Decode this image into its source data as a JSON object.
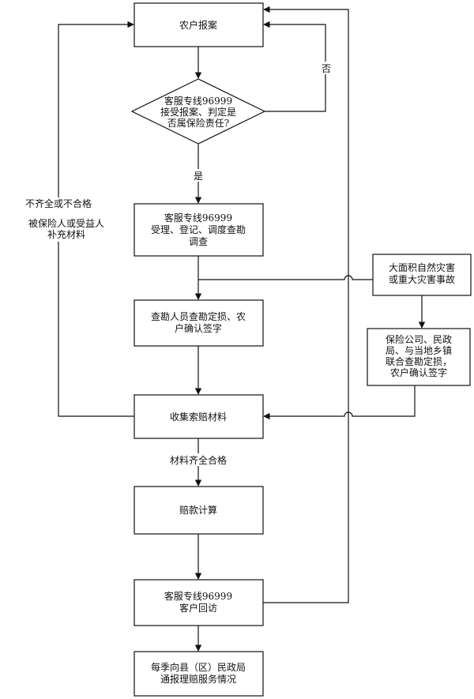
{
  "nodes": {
    "report": {
      "line1": "农户报案"
    },
    "decision": {
      "line1": "客服专线96999",
      "line2": "接受报案、判定是",
      "line3": "否属保险责任?"
    },
    "register": {
      "line1": "客服专线96999",
      "line2": "受理、登记、调度查勘",
      "line3": "调查"
    },
    "survey": {
      "line1": "查勘人员查勘定损、农",
      "line2": "户确认签字"
    },
    "collect": {
      "line1": "收集索赔材料"
    },
    "calc": {
      "line1": "赔款计算"
    },
    "revisit": {
      "line1": "客服专线96999",
      "line2": "客户回访"
    },
    "notify": {
      "line1": "每季向县（区）民政局",
      "line2": "通报理赔服务情况"
    },
    "disaster": {
      "line1": "大面积自然灾害",
      "line2": "或重大灾害事故"
    },
    "joint": {
      "line1": "保险公司、民政",
      "line2": "局、与当地乡镇",
      "line3": "联合查勘定损，",
      "line4": "农户确认签字"
    }
  },
  "labels": {
    "no": "否",
    "yes": "是",
    "incomplete1": "不齐全或不合格",
    "incomplete2": "被保险人或受益人",
    "incomplete3": "补充材料",
    "complete": "材料齐全合格"
  }
}
